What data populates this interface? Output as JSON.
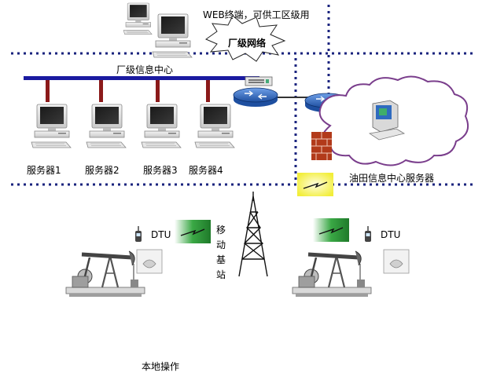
{
  "diagram": {
    "web_terminal_label": "WEB终端，可供工区级用",
    "factory_network_label": "厂级网络",
    "factory_info_center_label": "厂级信息中心",
    "servers": [
      {
        "label": "服务器1"
      },
      {
        "label": "服务器2"
      },
      {
        "label": "服务器3"
      },
      {
        "label": "服务器4"
      }
    ],
    "oilfield_server_label": "油田信息中心服务器",
    "base_station_label": "移动基站",
    "dtu_labels": [
      "DTU",
      "DTU"
    ],
    "local_operation_label": "本地操作"
  },
  "colors": {
    "dotted_line": "#1a237e",
    "bus": "#1a1aa0",
    "bus_post": "#8b1a1a",
    "cloud": "#7a3e8c",
    "firewall": "#b23a1a",
    "router": "#2f63b8",
    "link_green": "#2e9d3a"
  }
}
